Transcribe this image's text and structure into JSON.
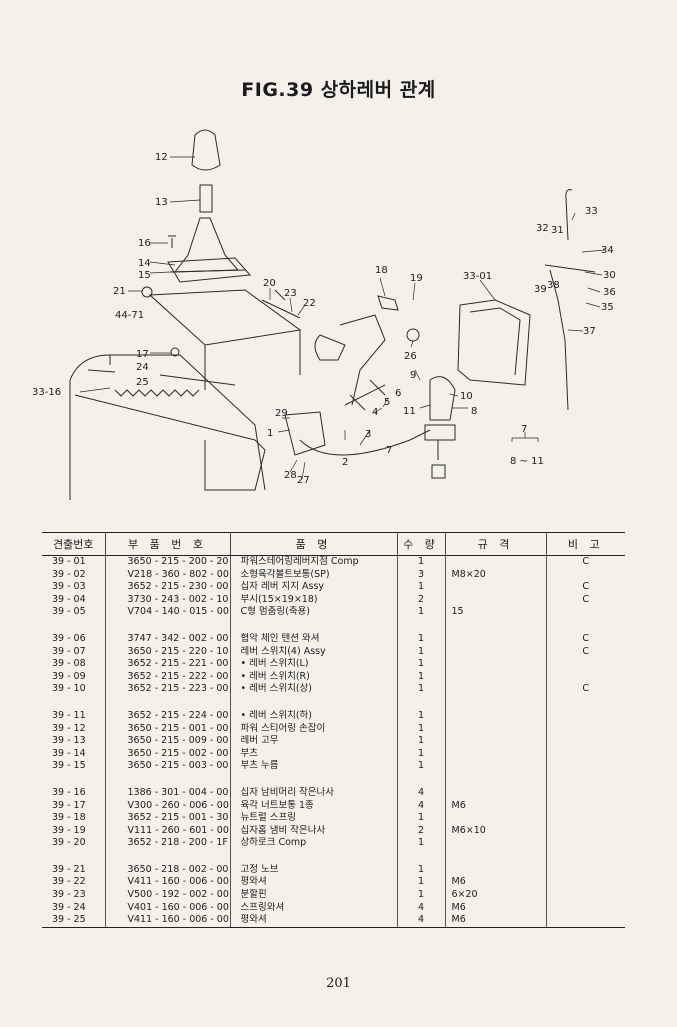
{
  "title": "FIG.39 상하레버 관계",
  "page_number": "201",
  "callouts": [
    "12",
    "13",
    "16",
    "14",
    "15",
    "21",
    "44-71",
    "17",
    "24",
    "25",
    "33-16",
    "20",
    "23",
    "22",
    "18",
    "19",
    "26",
    "29",
    "1",
    "2",
    "3",
    "4",
    "5",
    "6",
    "7",
    "9",
    "10",
    "11",
    "8",
    "28",
    "27",
    "33-01",
    "32",
    "31",
    "33",
    "34",
    "30",
    "39",
    "38",
    "36",
    "35",
    "37",
    "7",
    "8 ~ 11"
  ],
  "table": {
    "headers": [
      "견출번호",
      "부 품 번 호",
      "품 명",
      "수 량",
      "규 격",
      "비 고"
    ],
    "rows": [
      [
        "39 - 01",
        "3650 - 215 - 200 - 20",
        "파워스테어링레버지점 Comp",
        "1",
        "",
        "C"
      ],
      [
        "39 - 02",
        "V218 - 360 - 802 - 00",
        "소형육각볼트보통(SP)",
        "3",
        "M8×20",
        ""
      ],
      [
        "39 - 03",
        "3652 - 215 - 230 - 00",
        "십자 레버 지지 Assy",
        "1",
        "",
        "C"
      ],
      [
        "39 - 04",
        "3730 - 243 - 002 - 10",
        "부시(15×19×18)",
        "2",
        "",
        "C"
      ],
      [
        "39 - 05",
        "V704 - 140 - 015 - 00",
        "C형 멈춤링(축용)",
        "1",
        "15",
        ""
      ],
      [
        "39 - 06",
        "3747 - 342 - 002 - 00",
        "협악 체인 텐션 와셔",
        "1",
        "",
        "C"
      ],
      [
        "39 - 07",
        "3650 - 215 - 220 - 10",
        "레버 스위치(4) Assy",
        "1",
        "",
        "C"
      ],
      [
        "39 - 08",
        "3652 - 215 - 221 - 00",
        "• 레버 스위치(L)",
        "1",
        "",
        ""
      ],
      [
        "39 - 09",
        "3652 - 215 - 222 - 00",
        "• 레버 스위치(R)",
        "1",
        "",
        ""
      ],
      [
        "39 - 10",
        "3652 - 215 - 223 - 00",
        "• 레버 스위치(상)",
        "1",
        "",
        "C"
      ],
      [
        "39 - 11",
        "3652 - 215 - 224 - 00",
        "• 레버 스위치(하)",
        "1",
        "",
        ""
      ],
      [
        "39 - 12",
        "3650 - 215 - 001 - 00",
        "파워 스티어링 손잡이",
        "1",
        "",
        ""
      ],
      [
        "39 - 13",
        "3650 - 215 - 009 - 00",
        "레버 고무",
        "1",
        "",
        ""
      ],
      [
        "39 - 14",
        "3650 - 215 - 002 - 00",
        "부츠",
        "1",
        "",
        ""
      ],
      [
        "39 - 15",
        "3650 - 215 - 003 - 00",
        "부츠 누름",
        "1",
        "",
        ""
      ],
      [
        "39 - 16",
        "1386 - 301 - 004 - 00",
        "십자 남비머리 작은나사",
        "4",
        "",
        ""
      ],
      [
        "39 - 17",
        "V300 - 260 - 006 - 00",
        "육각 너트보통 1종",
        "4",
        "M6",
        ""
      ],
      [
        "39 - 18",
        "3652 - 215 - 001 - 30",
        "뉴트럴 스프링",
        "1",
        "",
        ""
      ],
      [
        "39 - 19",
        "V111 - 260 - 601 - 00",
        "십자홈 냄비 작은나사",
        "2",
        "M6×10",
        ""
      ],
      [
        "39 - 20",
        "3652 - 218 - 200 - 1F",
        "상하로크 Comp",
        "1",
        "",
        ""
      ],
      [
        "39 - 21",
        "3650 - 218 - 002 - 00",
        "고정 노브",
        "1",
        "",
        ""
      ],
      [
        "39 - 22",
        "V411 - 160 - 006 - 00",
        "평와셔",
        "1",
        "M6",
        ""
      ],
      [
        "39 - 23",
        "V500 - 192 - 002 - 00",
        "분할핀",
        "1",
        "6×20",
        ""
      ],
      [
        "39 - 24",
        "V401 - 160 - 006 - 00",
        "스프링와셔",
        "4",
        "M6",
        ""
      ],
      [
        "39 - 25",
        "V411 - 160 - 006 - 00",
        "평와셔",
        "4",
        "M6",
        ""
      ]
    ]
  }
}
